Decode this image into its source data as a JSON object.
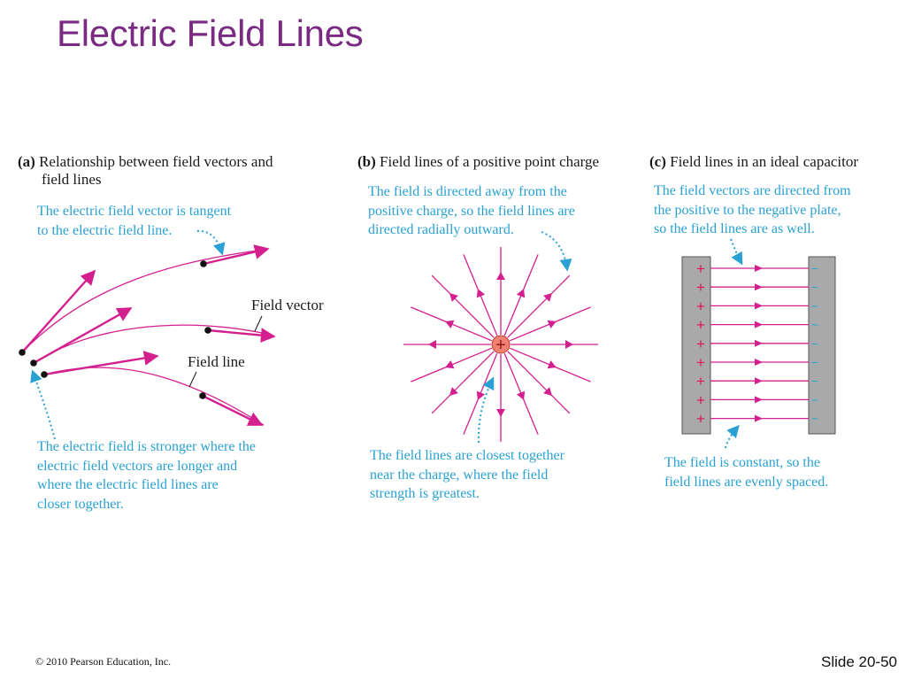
{
  "slide": {
    "title": "Electric Field Lines",
    "copyright": "© 2010 Pearson Education, Inc.",
    "slide_number": "Slide 20-50"
  },
  "panel_a": {
    "tag": "(a)",
    "heading_line1": "Relationship between field vectors and",
    "heading_line2": "field lines",
    "note_top_line1": "The electric field vector is tangent",
    "note_top_line2": "to the electric field line.",
    "label_vector": "Field vector",
    "label_line": "Field line",
    "note_bottom_line1": "The electric field is stronger where the",
    "note_bottom_line2": "electric field vectors are longer and",
    "note_bottom_line3": "where the electric field lines are",
    "note_bottom_line4": "closer together."
  },
  "panel_b": {
    "tag": "(b)",
    "heading": "Field lines of a positive point charge",
    "note_top_line1": "The field is directed away from the",
    "note_top_line2": "positive charge, so the field lines are",
    "note_top_line3": "directed radially outward.",
    "charge_symbol": "+",
    "field_line_count": 16,
    "note_bottom_line1": "The field lines are closest together",
    "note_bottom_line2": "near the charge, where the field",
    "note_bottom_line3": "strength is greatest."
  },
  "panel_c": {
    "tag": "(c)",
    "heading": "Field lines in an ideal capacitor",
    "note_top_line1": "The field vectors are directed from",
    "note_top_line2": "the positive to the negative plate,",
    "note_top_line3": "so the field lines are as well.",
    "plus_symbol": "+",
    "minus_symbol": "−",
    "field_line_count": 9,
    "note_bottom_line1": "The field is constant, so the",
    "note_bottom_line2": "field lines are evenly spaced."
  },
  "colors": {
    "title": "#7a2a82",
    "field": "#d4208f",
    "note": "#2aa1d3",
    "plate": "#a9a9a9",
    "charge": "#f08070"
  }
}
